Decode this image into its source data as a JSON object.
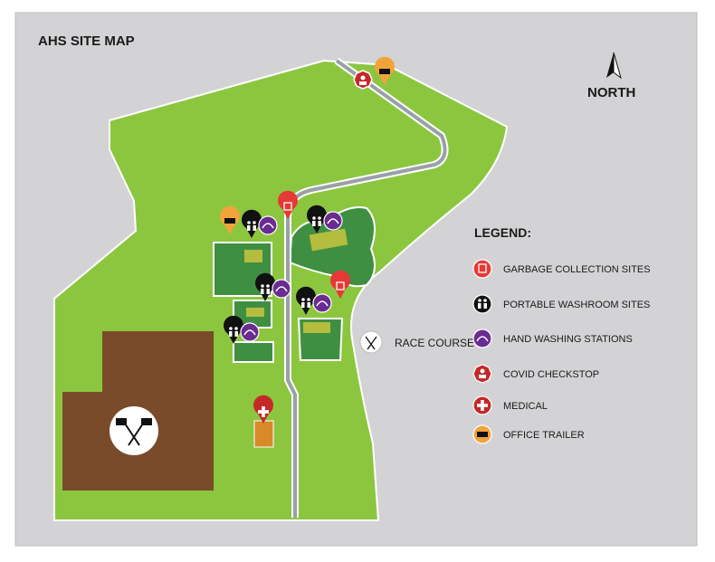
{
  "title": "AHS SITE MAP",
  "north_label": "NORTH",
  "legend": {
    "title": "LEGEND:",
    "items": [
      {
        "key": "garbage",
        "label": "GARBAGE COLLECTION SITES",
        "color": "#e53935",
        "icon": "trash-icon"
      },
      {
        "key": "washroom",
        "label": "PORTABLE WASHROOM SITES",
        "color": "#111111",
        "icon": "people-icon"
      },
      {
        "key": "handwash",
        "label": "HAND WASHING STATIONS",
        "color": "#6a2c91",
        "icon": "hand-wash-icon"
      },
      {
        "key": "covid",
        "label": "COVID CHECKSTOP",
        "color": "#c62828",
        "icon": "person-check-icon"
      },
      {
        "key": "medical",
        "label": "MEDICAL",
        "color": "#c62828",
        "icon": "medical-cross-icon"
      },
      {
        "key": "office",
        "label": "OFFICE TRAILER",
        "color": "#f2a33a",
        "icon": "trailer-icon"
      }
    ]
  },
  "race_course_label": "RACE COURSE",
  "colors": {
    "background": "#d3d3d5",
    "grass": "#8cc63f",
    "dark_grass": "#3f8f43",
    "building": "#b5bd3f",
    "dirt": "#7a4b2a",
    "road": "#9aa0a8",
    "medical_lot": "#d98a28"
  }
}
